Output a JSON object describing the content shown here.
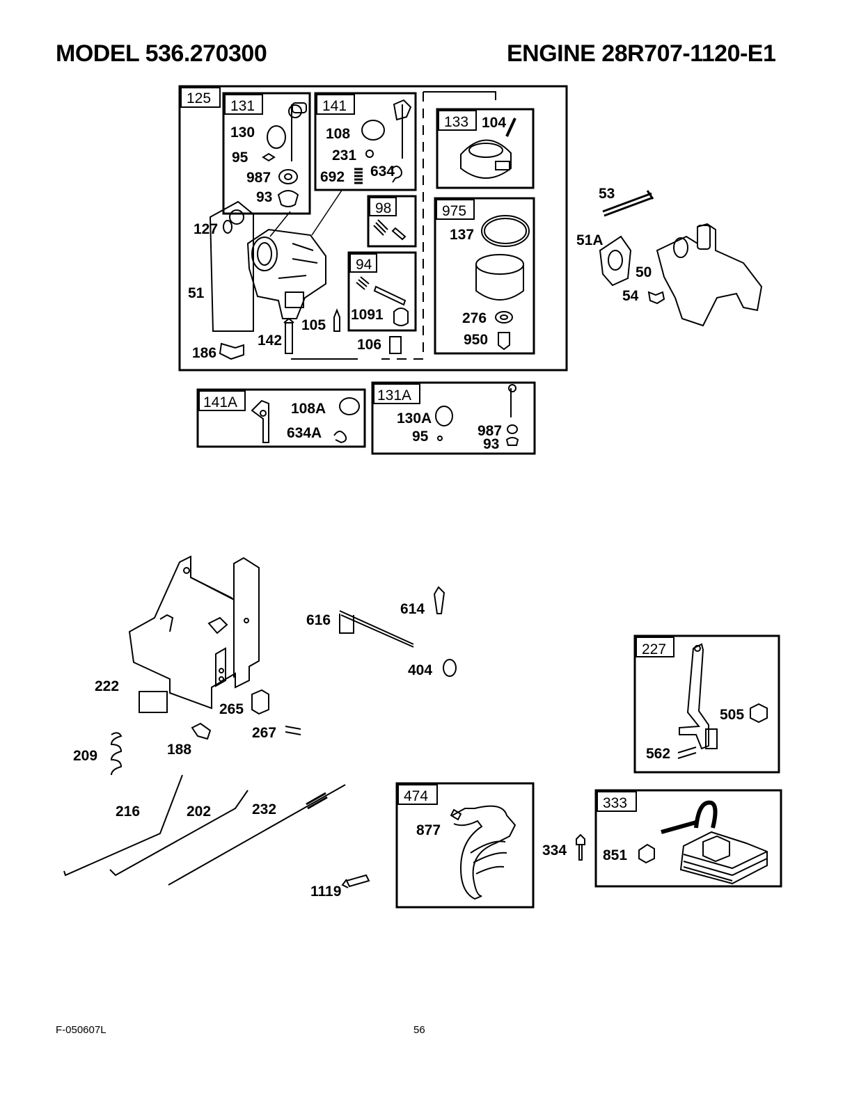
{
  "header": {
    "model": "MODEL 536.270300",
    "engine": "ENGINE 28R707-1120-E1"
  },
  "footer": {
    "code": "F-050607L",
    "page": "56"
  },
  "boxes": {
    "b125": "125",
    "b131": "131",
    "b141": "141",
    "b133": "133",
    "b98": "98",
    "b94": "94",
    "b975": "975",
    "b141A": "141A",
    "b131A": "131A",
    "b227": "227",
    "b474": "474",
    "b333": "333"
  },
  "parts": {
    "p130": "130",
    "p95": "95",
    "p987": "987",
    "p93": "93",
    "p108": "108",
    "p231": "231",
    "p692": "692",
    "p634": "634",
    "p104": "104",
    "p127": "127",
    "p137": "137",
    "p51": "51",
    "p1091": "1091",
    "p276": "276",
    "p950": "950",
    "p105": "105",
    "p142": "142",
    "p106": "106",
    "p186": "186",
    "p53": "53",
    "p51A": "51A",
    "p50": "50",
    "p54": "54",
    "p108A": "108A",
    "p634A": "634A",
    "p130A": "130A",
    "p95b": "95",
    "p987b": "987",
    "p93b": "93",
    "p616": "616",
    "p614": "614",
    "p404": "404",
    "p222": "222",
    "p265": "265",
    "p267": "267",
    "p188": "188",
    "p209": "209",
    "p216": "216",
    "p202": "202",
    "p232": "232",
    "p1119": "1119",
    "p877": "877",
    "p334": "334",
    "p505": "505",
    "p562": "562",
    "p851": "851"
  }
}
